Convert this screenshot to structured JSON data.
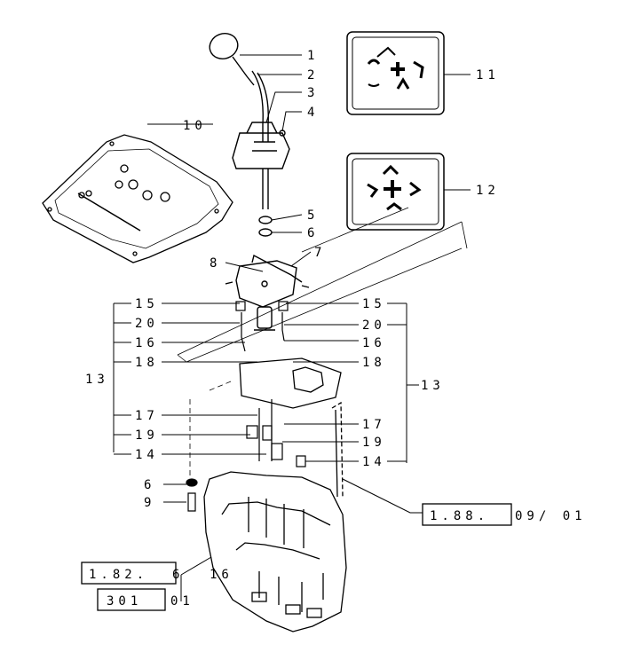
{
  "callouts": {
    "n1": "1",
    "n2": "2",
    "n3": "3",
    "n4": "4",
    "n5": "5",
    "n6": "6",
    "n7": "7",
    "n8": "8",
    "n9": "9",
    "n10": "10",
    "n11": "11",
    "n12": "12",
    "n13_left": "13",
    "n13_right": "13",
    "l15": "15",
    "l20": "20",
    "l16": "16",
    "l18": "18",
    "l17": "17",
    "l19": "19",
    "l14": "14",
    "r15": "15",
    "r20": "20",
    "r16": "16",
    "r18": "18",
    "r17": "17",
    "r19": "19",
    "r14": "14",
    "n6_low": "6",
    "n9_low": "9",
    "n16_low": "16"
  },
  "refs": {
    "ref_18809_box": "1.88.",
    "ref_18809_tail": "09/ 01",
    "ref_1826_box": "1.82.",
    "ref_1826_tail": "6",
    "ref_301_box": "301",
    "ref_301_tail": "01"
  },
  "colors": {
    "line": "#000000",
    "paper": "#ffffff"
  }
}
